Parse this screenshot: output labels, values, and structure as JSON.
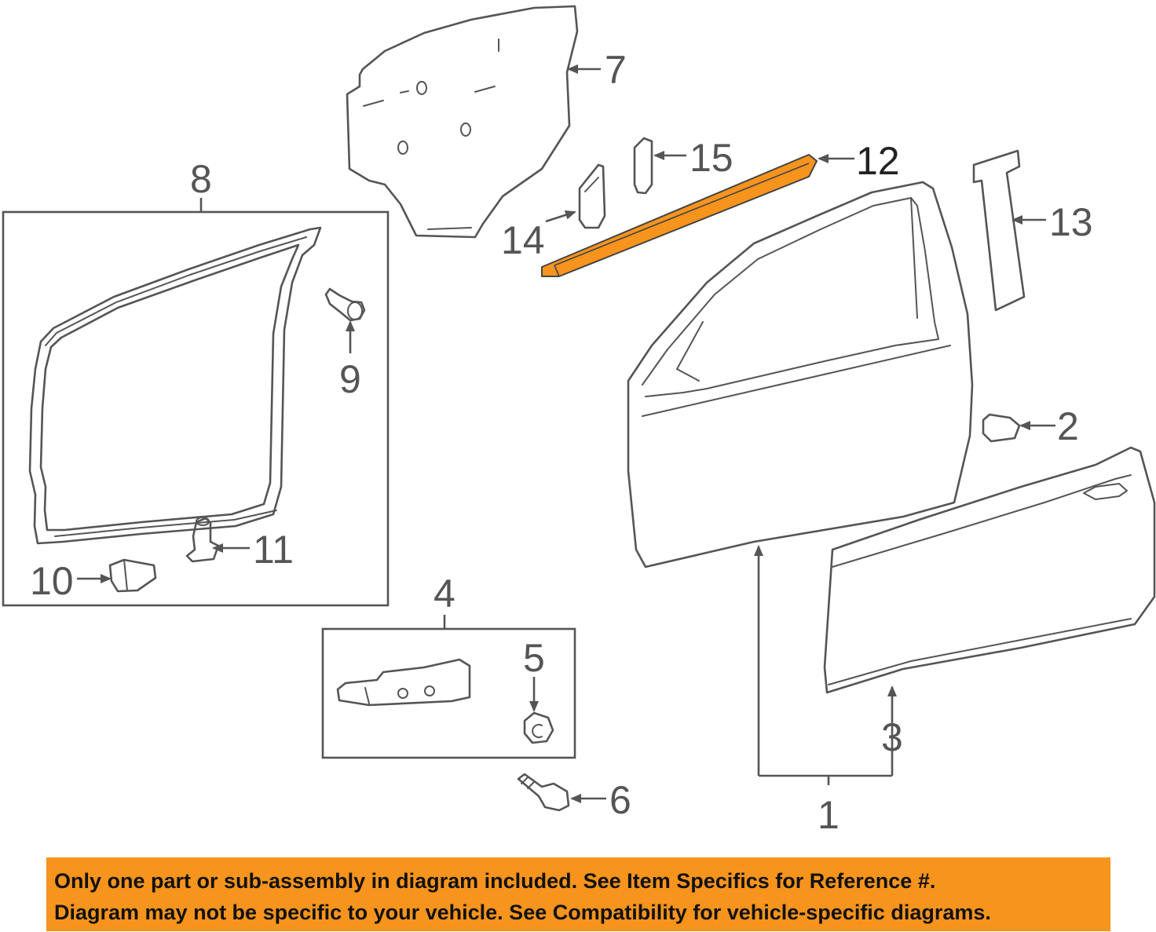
{
  "callouts": {
    "c1": "1",
    "c2": "2",
    "c3": "3",
    "c4": "4",
    "c5": "5",
    "c6": "6",
    "c7": "7",
    "c8": "8",
    "c9": "9",
    "c10": "10",
    "c11": "11",
    "c12": "12",
    "c13": "13",
    "c14": "14",
    "c15": "15"
  },
  "highlight_color": "#f7941d",
  "line_color": "#555555",
  "notice": {
    "line1": "Only one part or sub-assembly in diagram included. See Item Specifics for Reference #.",
    "line2": "Diagram may not be specific to your vehicle. See Compatibility for vehicle-specific diagrams."
  }
}
